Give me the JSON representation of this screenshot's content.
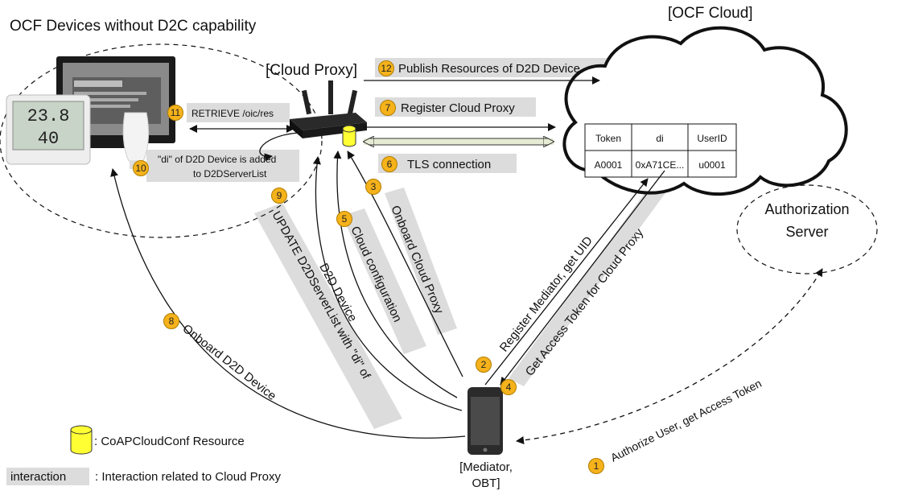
{
  "colors": {
    "hl": "#dcdcdc",
    "badge_fill": "#f5b21b",
    "badge_stroke": "#b07d00",
    "cylinder_fill": "#ffff33",
    "cylinder_stroke": "#333333"
  },
  "groups": {
    "devices_title": "OCF Devices without D2C capability",
    "cloud_title": "[OCF Cloud]",
    "auth_server_line1": "Authorization",
    "auth_server_line2": "Server"
  },
  "nodes": {
    "cloud_proxy": "[Cloud Proxy]",
    "mediator_line1": "[Mediator,",
    "mediator_line2": "OBT]"
  },
  "cloud_table": {
    "headers": [
      "Token",
      "di",
      "UserID"
    ],
    "row": [
      "A0001",
      "0xA71CE...",
      "u0001"
    ]
  },
  "steps": [
    {
      "num": "1",
      "label": "Authorize User, get Access Token"
    },
    {
      "num": "2",
      "label": "Register Mediator, get UID"
    },
    {
      "num": "3",
      "label": "Onboard Cloud Proxy"
    },
    {
      "num": "4",
      "label": "Get Access Token for Cloud Proxy"
    },
    {
      "num": "5",
      "label": "Cloud configuration"
    },
    {
      "num": "6",
      "label": "TLS connection"
    },
    {
      "num": "7",
      "label": "Register Cloud Proxy"
    },
    {
      "num": "8",
      "label": "Onboard D2D Device"
    },
    {
      "num": "9",
      "label_line1": "UPDATE D2DServerList with \"di\" of",
      "label_line2": "D2D Device"
    },
    {
      "num": "10",
      "label_line1": "\"di\" of D2D Device is added",
      "label_line2": "to D2DServerList"
    },
    {
      "num": "11",
      "label": "RETRIEVE /oic/res"
    },
    {
      "num": "12",
      "label": "Publish Resources of D2D Device"
    }
  ],
  "legend": {
    "cylinder_text": ": CoAPCloudConf Resource",
    "box_text": "interaction",
    "box_desc": ": Interaction related to Cloud Proxy"
  }
}
